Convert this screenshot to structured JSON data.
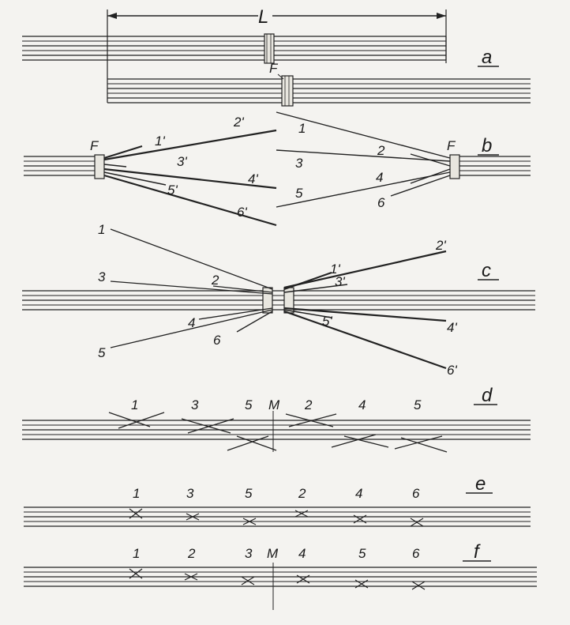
{
  "diagram": {
    "dimension_label": "L",
    "panels": {
      "a": {
        "letter": "a",
        "ferrule": "F"
      },
      "b": {
        "letter": "b",
        "ferrule_left": "F",
        "ferrule_right": "F",
        "strands_right": [
          "1",
          "2",
          "3",
          "4",
          "5",
          "6"
        ],
        "strands_left": [
          "1'",
          "2'",
          "3'",
          "4'",
          "5'",
          "6'"
        ]
      },
      "c": {
        "letter": "c",
        "strands_left": [
          "1",
          "2",
          "3",
          "4",
          "5",
          "6"
        ],
        "strands_right": [
          "1'",
          "2'",
          "3'",
          "4'",
          "5'",
          "6'"
        ]
      },
      "d": {
        "letter": "d",
        "labels": [
          "1",
          "3",
          "5",
          "M",
          "2",
          "4",
          "5"
        ]
      },
      "e": {
        "letter": "e",
        "labels": [
          "1",
          "3",
          "5",
          "2",
          "4",
          "6"
        ]
      },
      "f": {
        "letter": "f",
        "labels": [
          "1",
          "2",
          "3",
          "M",
          "4",
          "5",
          "6"
        ]
      }
    }
  }
}
